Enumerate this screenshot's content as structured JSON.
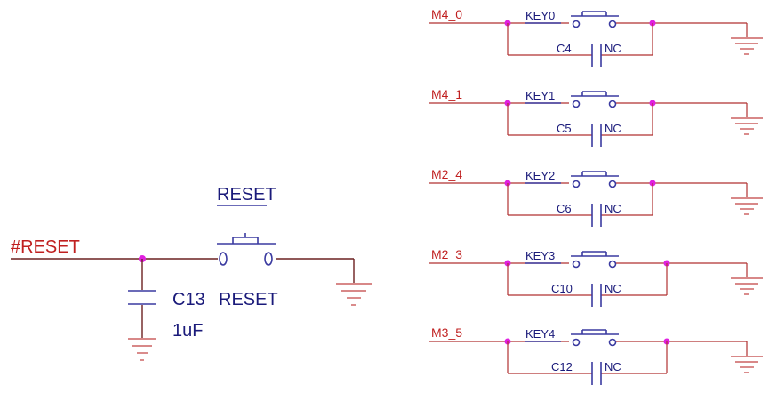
{
  "reset_circuit": {
    "net_label": "#RESET",
    "switch_title": "RESET",
    "switch_value": "RESET",
    "capacitor_designator": "C13",
    "capacitor_value": "1uF"
  },
  "key_rows": [
    {
      "net": "M4_0",
      "key": "KEY0",
      "cap": "C4",
      "cap_value": "NC"
    },
    {
      "net": "M4_1",
      "key": "KEY1",
      "cap": "C5",
      "cap_value": "NC"
    },
    {
      "net": "M2_4",
      "key": "KEY2",
      "cap": "C6",
      "cap_value": "NC"
    },
    {
      "net": "M2_3",
      "key": "KEY3",
      "cap": "C10",
      "cap_value": "NC"
    },
    {
      "net": "M3_5",
      "key": "KEY4",
      "cap": "C12",
      "cap_value": "NC"
    }
  ],
  "colors": {
    "wire": "#b03030",
    "component": "#3a3aa0",
    "junction": "#e020e0",
    "net_text": "#c02020",
    "designator_text": "#1a1a7a"
  }
}
